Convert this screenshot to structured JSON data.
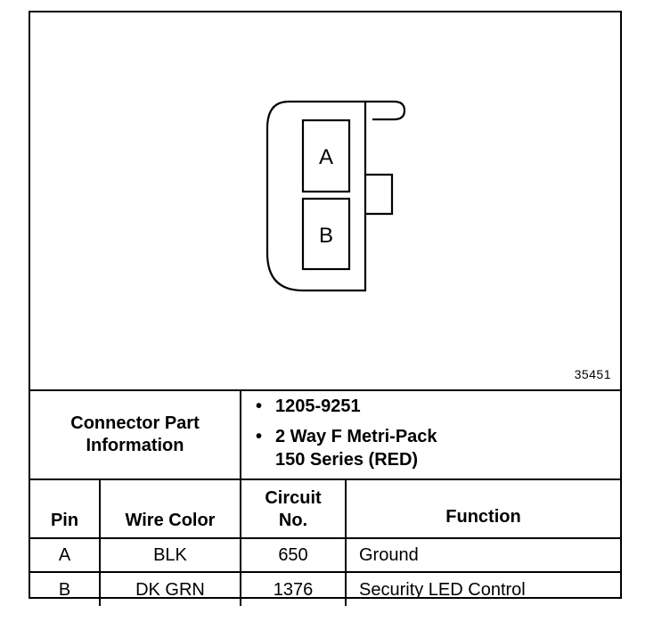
{
  "diagram": {
    "pins": [
      {
        "label": "A"
      },
      {
        "label": "B"
      }
    ],
    "figure_number": "35451"
  },
  "connector_info": {
    "label_line1": "Connector Part",
    "label_line2": "Information",
    "part_number": "1205-9251",
    "description_line1": "2 Way F Metri-Pack",
    "description_line2": "150 Series (RED)"
  },
  "table": {
    "headers": {
      "pin": "Pin",
      "wire_color": "Wire Color",
      "circuit_line1": "Circuit",
      "circuit_line2": "No.",
      "function": "Function"
    },
    "rows": [
      {
        "pin": "A",
        "wire_color": "BLK",
        "circuit": "650",
        "function": "Ground"
      },
      {
        "pin": "B",
        "wire_color": "DK GRN",
        "circuit": "1376",
        "function": "Security LED Control"
      }
    ]
  }
}
